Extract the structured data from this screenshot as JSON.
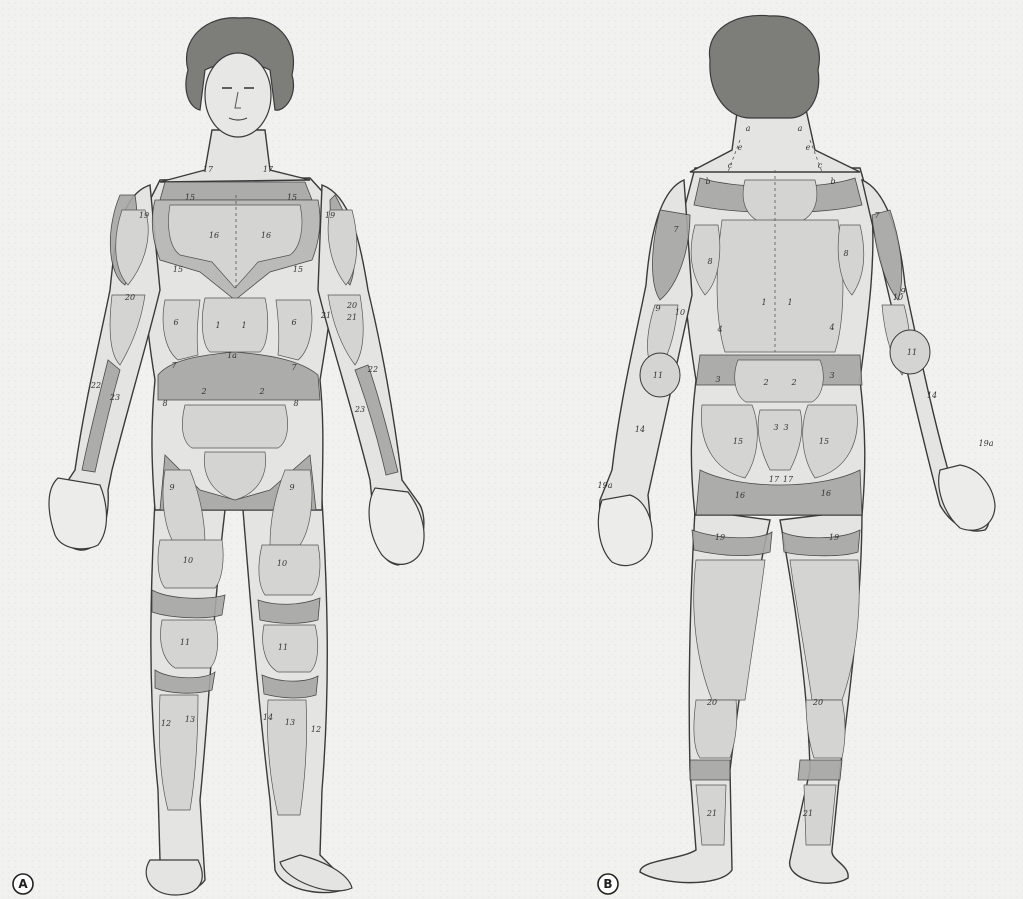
{
  "figure": {
    "panels": [
      {
        "id": "front",
        "badge": "A",
        "labels": [
          "17",
          "17",
          "15",
          "15",
          "19",
          "19",
          "16",
          "16",
          "15",
          "15",
          "20",
          "20",
          "6",
          "1",
          "1",
          "6",
          "21",
          "21",
          "1a",
          "7",
          "7",
          "2",
          "2",
          "8",
          "8",
          "22",
          "22",
          "23",
          "23",
          "9",
          "9",
          "10",
          "10",
          "11",
          "11",
          "12",
          "13",
          "14",
          "13",
          "12"
        ]
      },
      {
        "id": "back",
        "badge": "B",
        "labels": [
          "a",
          "a",
          "e",
          "e",
          "b",
          "c",
          "c",
          "b",
          "7",
          "7",
          "8",
          "8",
          "9",
          "10",
          "10",
          "9",
          "1",
          "1",
          "4",
          "4",
          "11",
          "11",
          "3",
          "2",
          "2",
          "3",
          "14",
          "14",
          "15",
          "15",
          "3",
          "3",
          "19a",
          "19a",
          "16",
          "17",
          "17",
          "16",
          "19",
          "19",
          "20",
          "20",
          "21",
          "21"
        ]
      }
    ]
  },
  "colors": {
    "paper": "#f1f1ef",
    "skin": "#e4e4e2",
    "zone_band": "#a7a7a5",
    "zone_fill": "#d4d4d2",
    "outline": "#3a3a3a",
    "hair": "#7d7d7a"
  }
}
